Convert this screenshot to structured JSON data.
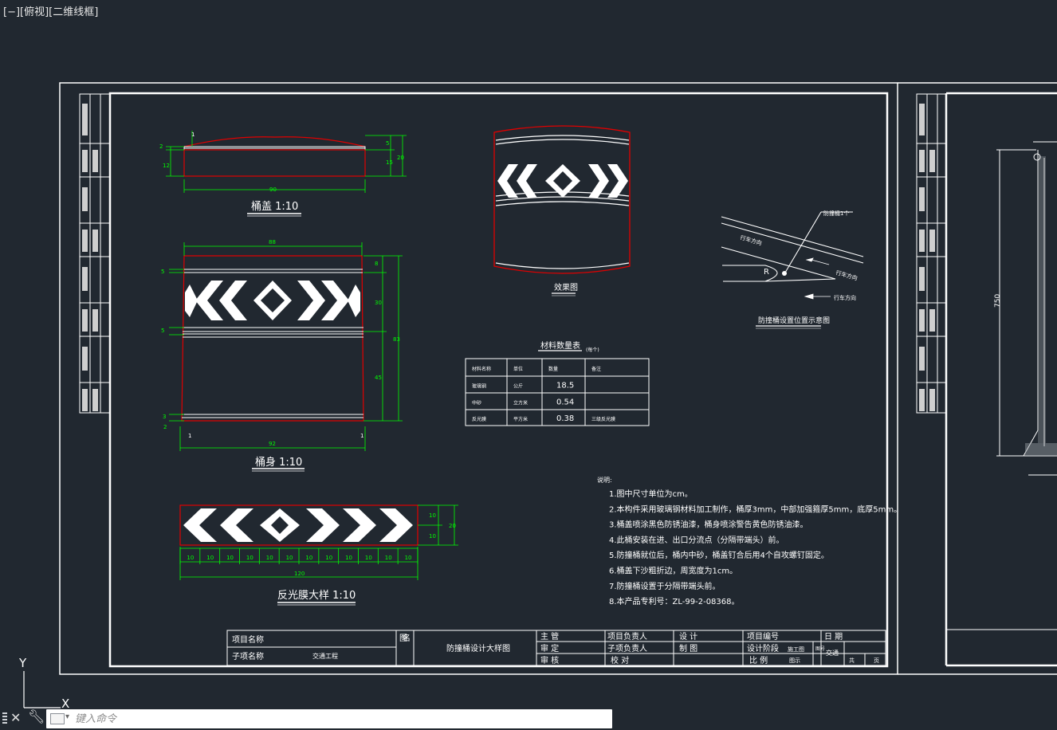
{
  "viewport": {
    "label": "[−][俯视][二维线框]"
  },
  "command": {
    "placeholder": "键入命令"
  },
  "ucs": {
    "y": "Y",
    "x": "X"
  },
  "colors": {
    "background": "#212830",
    "green": "#00ff00",
    "red": "#e00000",
    "white": "#ffffff"
  },
  "drawing": {
    "top_cap": {
      "title": "桶盖 1:10",
      "dims": {
        "left_top": "2",
        "left_1": "1",
        "left_mid": "12",
        "right_top": "5",
        "right_mid": "15",
        "right_total": "20",
        "width": "90"
      }
    },
    "barrel": {
      "title": "桶身 1:10",
      "dims": {
        "top_width": "88",
        "bottom_width": "92",
        "right_8": "8",
        "right_30": "30",
        "right_45": "45",
        "right_total": "83",
        "left_top": "5",
        "left_mid": "5",
        "left_bot": "3",
        "left_bot2": "2",
        "corner_1": "1",
        "corner_1b": "1"
      }
    },
    "effect": {
      "title": "效果图"
    },
    "placement": {
      "title": "防撞桶设置位置示意图",
      "label_barrel": "防撞桶1个",
      "label_lane1": "行车方向",
      "label_lane2": "行车方向",
      "label_lane3": "行车方向",
      "r": "R"
    },
    "film": {
      "title": "反光膜大样 1:10",
      "segments": [
        "10",
        "10",
        "10",
        "10",
        "10",
        "10",
        "10",
        "10",
        "10",
        "10",
        "10",
        "10"
      ],
      "total": "120",
      "right_10a": "10",
      "right_10b": "10",
      "right_20": "20"
    },
    "materials": {
      "title": "材料数量表",
      "subtitle": "(每个)",
      "headers": [
        "材料名称",
        "单位",
        "数量",
        "备注"
      ],
      "rows": [
        [
          "玻璃钢",
          "公斤",
          "18.5",
          ""
        ],
        [
          "中砂",
          "立方米",
          "0.54",
          ""
        ],
        [
          "反光膜",
          "平方米",
          "0.38",
          "三级反光膜"
        ]
      ]
    },
    "notes": {
      "title": "说明:",
      "items": [
        "1.图中尺寸单位为cm。",
        "2.本构件采用玻璃钢材料加工制作，桶厚3mm，中部加强箍厚5mm，底厚5mm。",
        "3.桶盖喷涂黑色防锈油漆，桶身喷涂警告黄色防锈油漆。",
        "4.此桶安装在进、出口分流点（分隔带端头）前。",
        "5.防撞桶就位后，桶内中砂，桶盖钉合后用4个自攻螺钉固定。",
        "6.桶盖下沙粗折边，周宽度为1cm。",
        "7.防撞桶设置于分隔带端头前。",
        "8.本产品专利号：ZL-99-2-08368。"
      ]
    },
    "title_block": {
      "project_name": "项目名称",
      "sub_name": "子项名称",
      "sub_value": "交通工程",
      "drawing_name_label": "图名",
      "drawing_name": "防撞桶设计大样图",
      "chief": "主    管",
      "approve": "审    定",
      "review": "审    核",
      "proj_lead": "项目负责人",
      "sub_lead": "子项负责人",
      "check": "校    对",
      "design": "设    计",
      "draw": "制    图",
      "proj_no": "项目编号",
      "stage": "设计阶段",
      "stage_value": "施工图",
      "scale": "比    例",
      "scale_value": "图示",
      "date": "日    期",
      "sheet_no": "图号",
      "sheet_value": "交通",
      "sheet_total": "共",
      "sheet_page": "页"
    },
    "side_sheet": {
      "dim": "750"
    }
  }
}
